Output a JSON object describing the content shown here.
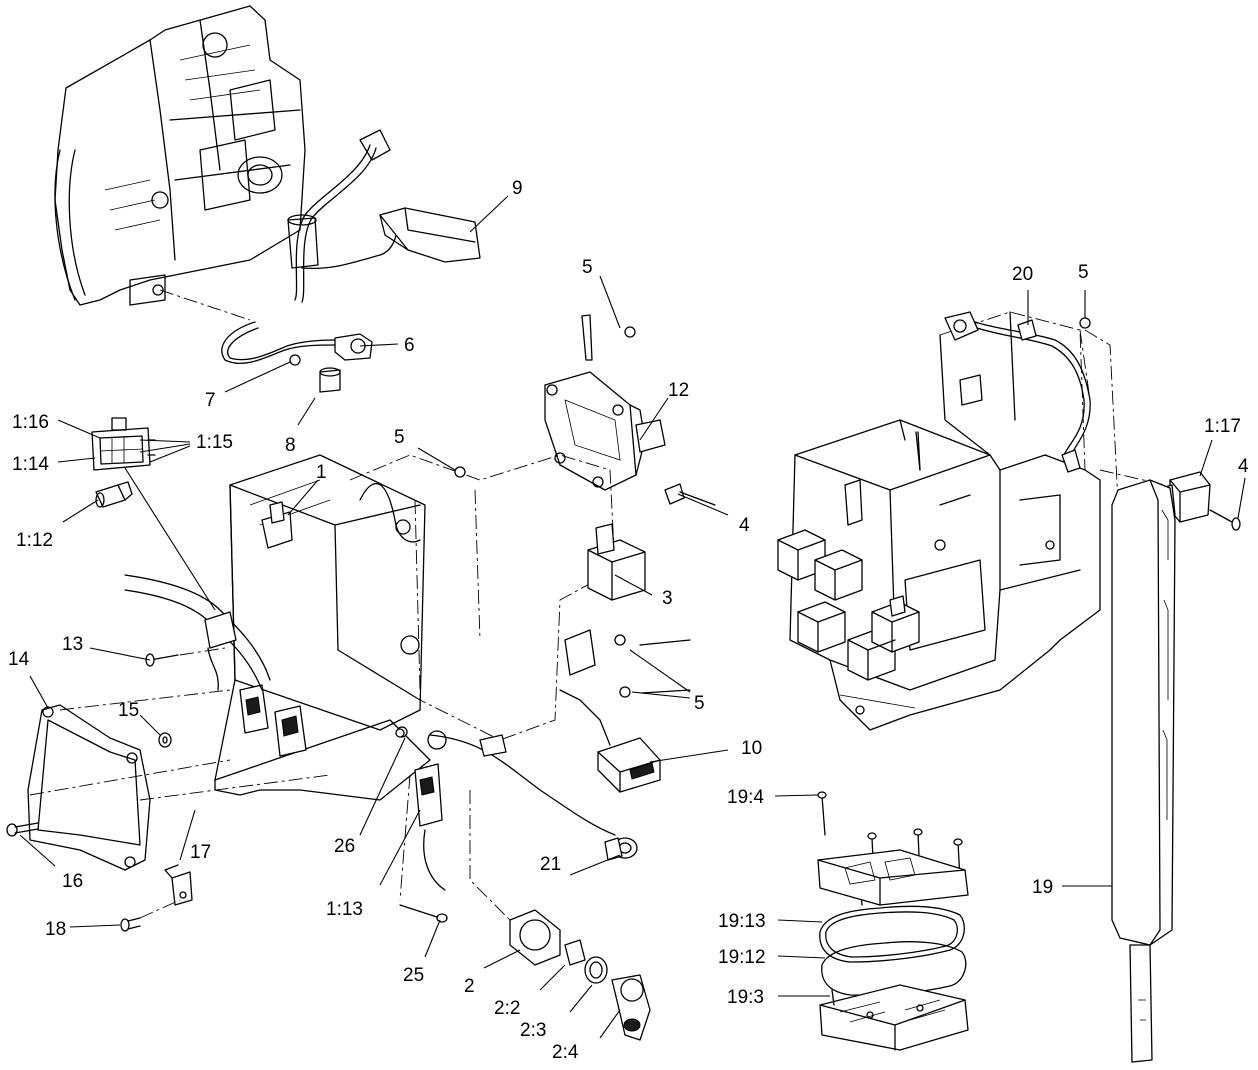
{
  "callouts": {
    "c9": "9",
    "c6": "6",
    "c7": "7",
    "c8": "8",
    "c5a": "5",
    "c12": "12",
    "c5b": "5",
    "c1": "1",
    "c4a": "4",
    "c3": "3",
    "c1_16": "1:16",
    "c1_15": "1:15",
    "c1_14": "1:14",
    "c1_12": "1:12",
    "c13": "13",
    "c14": "14",
    "c15": "15",
    "c16": "16",
    "c17": "17",
    "c18": "18",
    "c5c": "5",
    "c10": "10",
    "c21": "21",
    "c26": "26",
    "c1_13": "1:13",
    "c25": "25",
    "c2": "2",
    "c2_2": "2:2",
    "c2_3": "2:3",
    "c2_4": "2:4",
    "c20": "20",
    "c5d": "5",
    "c1_17": "1:17",
    "c4b": "4",
    "c19_4": "19:4",
    "c19_13": "19:13",
    "c19_12": "19:12",
    "c19_3": "19:3",
    "c19": "19"
  }
}
